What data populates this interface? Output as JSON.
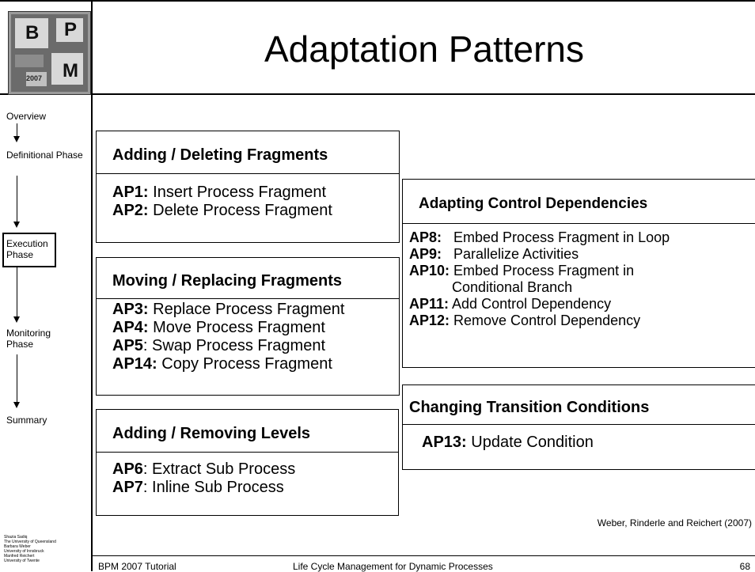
{
  "logo": {
    "letter_b": "B",
    "letter_p": "P",
    "letter_m": "M",
    "year": "2007"
  },
  "title": "Adaptation Patterns",
  "nav": {
    "items": [
      "Overview",
      "Definitional Phase",
      "Execution Phase",
      "Monitoring Phase",
      "Summary"
    ],
    "active": "Execution Phase"
  },
  "credits": [
    "Shazia Sadiq",
    "The University of Queensland",
    "Barbara Weber",
    "University of Innsbruck",
    "Manfred Reichert",
    "University of Twente"
  ],
  "boxes": {
    "adding_deleting": {
      "header": "Adding / Deleting Fragments",
      "items": [
        {
          "code": "AP1:",
          "text": " Insert Process Fragment"
        },
        {
          "code": "AP2:",
          "text": " Delete Process Fragment"
        }
      ]
    },
    "moving_replacing": {
      "header": "Moving / Replacing Fragments",
      "items": [
        {
          "code": "AP3:",
          "text": " Replace Process Fragment"
        },
        {
          "code": "AP4:",
          "text": " Move Process Fragment"
        },
        {
          "code": "AP5",
          "text": ": Swap Process Fragment"
        },
        {
          "code": "AP14:",
          "text": " Copy Process Fragment"
        }
      ]
    },
    "adding_removing_levels": {
      "header": "Adding / Removing Levels",
      "items": [
        {
          "code": "AP6",
          "text": ": Extract Sub Process"
        },
        {
          "code": "AP7",
          "text": ": Inline Sub Process"
        }
      ]
    },
    "control_dependencies": {
      "header": "Adapting Control Dependencies",
      "items": [
        {
          "code": "AP8:",
          "text": "   Embed Process Fragment in Loop"
        },
        {
          "code": "AP9:",
          "text": "   Parallelize Activities"
        },
        {
          "code": "AP10:",
          "text": " Embed Process Fragment in"
        },
        {
          "code": "",
          "text": "Conditional Branch"
        },
        {
          "code": "AP11:",
          "text": " Add Control Dependency"
        },
        {
          "code": "AP12:",
          "text": " Remove Control Dependency"
        }
      ]
    },
    "transition_conditions": {
      "header": "Changing Transition Conditions",
      "items": [
        {
          "code": "AP13:",
          "text": " Update Condition"
        }
      ]
    }
  },
  "citation": "Weber, Rinderle and Reichert (2007)",
  "footer": {
    "left": "BPM 2007 Tutorial",
    "center": "Life Cycle Management for Dynamic Processes",
    "page": "68"
  }
}
